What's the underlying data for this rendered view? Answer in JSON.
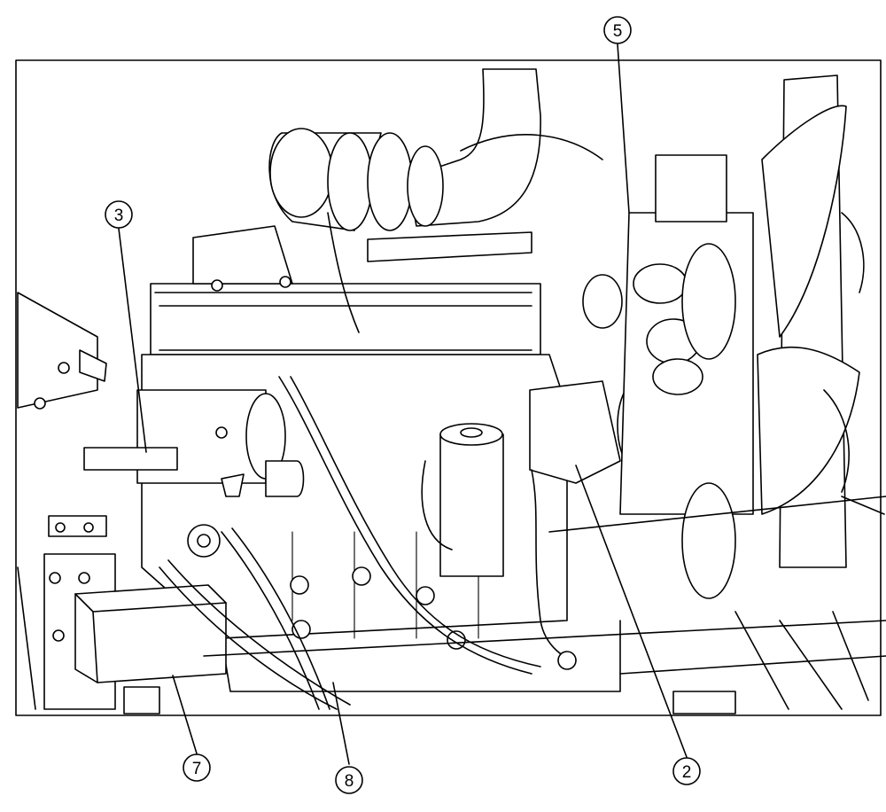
{
  "callouts": [
    {
      "id": "callout-5",
      "label": "5"
    },
    {
      "id": "callout-3",
      "label": "3"
    },
    {
      "id": "callout-7",
      "label": "7"
    },
    {
      "id": "callout-8",
      "label": "8"
    },
    {
      "id": "callout-2",
      "label": "2"
    }
  ],
  "colors": {
    "line": "#000000",
    "background": "#ffffff"
  }
}
